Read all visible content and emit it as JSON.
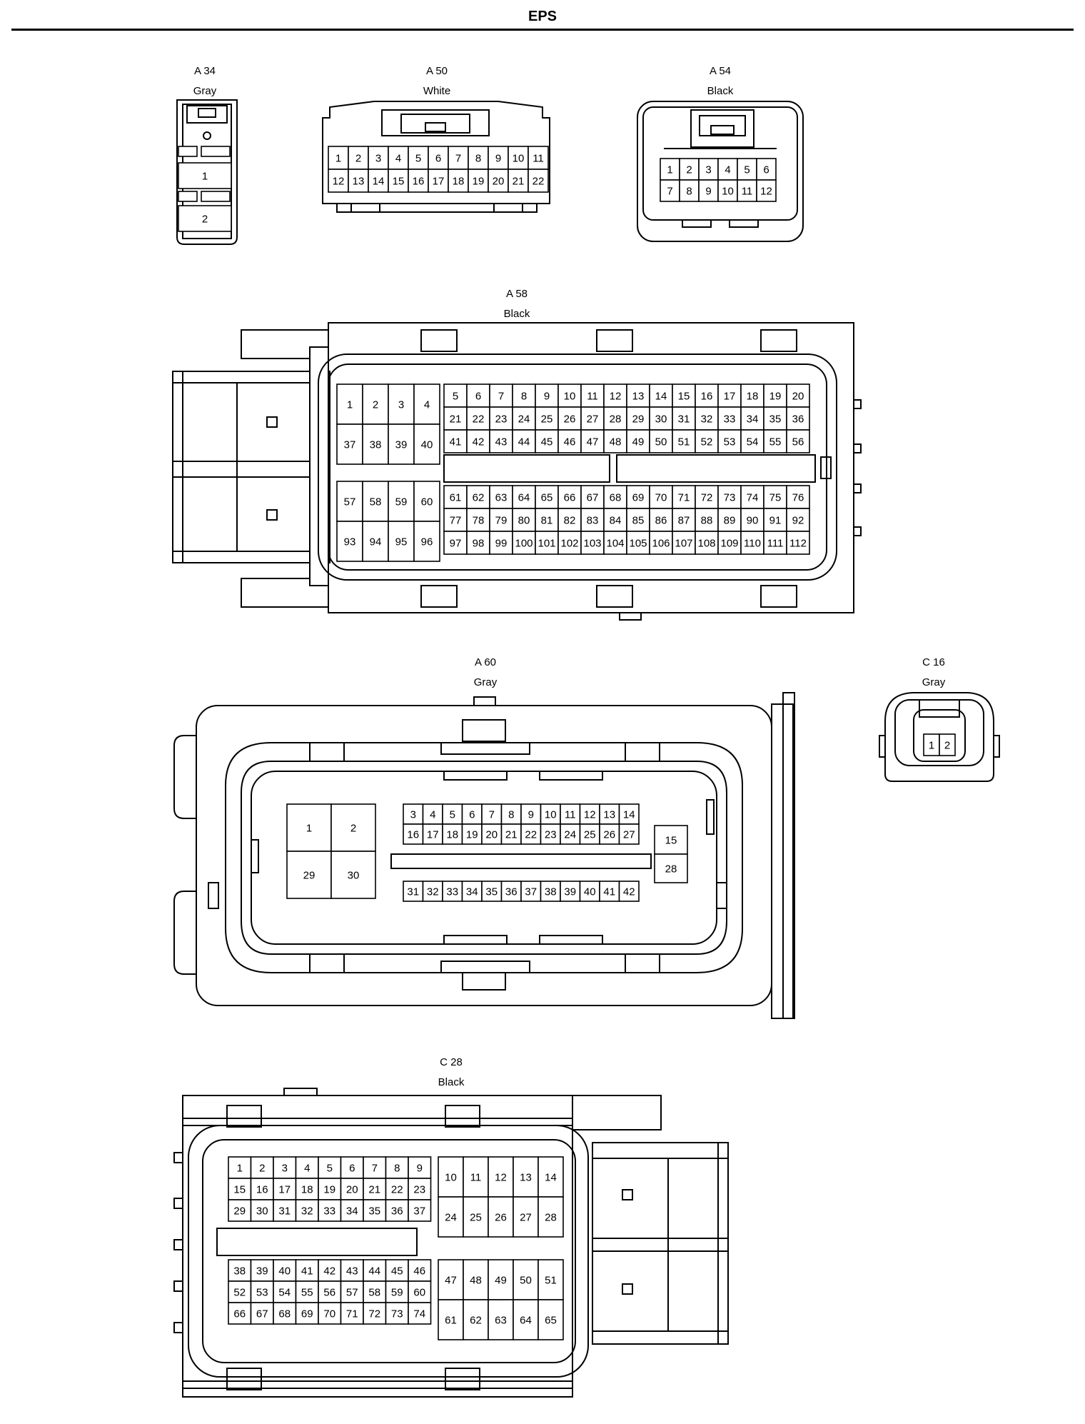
{
  "page": {
    "title": "EPS"
  },
  "connectors": {
    "A34": {
      "id": "A 34",
      "color": "Gray",
      "pins": [
        "1",
        "2"
      ]
    },
    "A50": {
      "id": "A 50",
      "color": "White",
      "pins": [
        "1",
        "2",
        "3",
        "4",
        "5",
        "6",
        "7",
        "8",
        "9",
        "10",
        "11",
        "12",
        "13",
        "14",
        "15",
        "16",
        "17",
        "18",
        "19",
        "20",
        "21",
        "22"
      ]
    },
    "A54": {
      "id": "A 54",
      "color": "Black",
      "pins": [
        "1",
        "2",
        "3",
        "4",
        "5",
        "6",
        "7",
        "8",
        "9",
        "10",
        "11",
        "12"
      ]
    },
    "A58": {
      "id": "A 58",
      "color": "Black",
      "pins": [
        "1",
        "2",
        "3",
        "4",
        "5",
        "6",
        "7",
        "8",
        "9",
        "10",
        "11",
        "12",
        "13",
        "14",
        "15",
        "16",
        "17",
        "18",
        "19",
        "20",
        "21",
        "22",
        "23",
        "24",
        "25",
        "26",
        "27",
        "28",
        "29",
        "30",
        "31",
        "32",
        "33",
        "34",
        "35",
        "36",
        "37",
        "38",
        "39",
        "40",
        "41",
        "42",
        "43",
        "44",
        "45",
        "46",
        "47",
        "48",
        "49",
        "50",
        "51",
        "52",
        "53",
        "54",
        "55",
        "56",
        "57",
        "58",
        "59",
        "60",
        "61",
        "62",
        "63",
        "64",
        "65",
        "66",
        "67",
        "68",
        "69",
        "70",
        "71",
        "72",
        "73",
        "74",
        "75",
        "76",
        "77",
        "78",
        "79",
        "80",
        "81",
        "82",
        "83",
        "84",
        "85",
        "86",
        "87",
        "88",
        "89",
        "90",
        "91",
        "92",
        "93",
        "94",
        "95",
        "96",
        "97",
        "98",
        "99",
        "100",
        "101",
        "102",
        "103",
        "104",
        "105",
        "106",
        "107",
        "108",
        "109",
        "110",
        "111",
        "112"
      ]
    },
    "A60": {
      "id": "A 60",
      "color": "Gray",
      "pins": [
        "1",
        "2",
        "3",
        "4",
        "5",
        "6",
        "7",
        "8",
        "9",
        "10",
        "11",
        "12",
        "13",
        "14",
        "15",
        "16",
        "17",
        "18",
        "19",
        "20",
        "21",
        "22",
        "23",
        "24",
        "25",
        "26",
        "27",
        "28",
        "29",
        "30",
        "31",
        "32",
        "33",
        "34",
        "35",
        "36",
        "37",
        "38",
        "39",
        "40",
        "41",
        "42"
      ]
    },
    "C16": {
      "id": "C 16",
      "color": "Gray",
      "pins": [
        "1",
        "2"
      ]
    },
    "C28": {
      "id": "C 28",
      "color": "Black",
      "pins": [
        "1",
        "2",
        "3",
        "4",
        "5",
        "6",
        "7",
        "8",
        "9",
        "10",
        "11",
        "12",
        "13",
        "14",
        "15",
        "16",
        "17",
        "18",
        "19",
        "20",
        "21",
        "22",
        "23",
        "24",
        "25",
        "26",
        "27",
        "28",
        "29",
        "30",
        "31",
        "32",
        "33",
        "34",
        "35",
        "36",
        "37",
        "38",
        "39",
        "40",
        "41",
        "42",
        "43",
        "44",
        "45",
        "46",
        "47",
        "48",
        "49",
        "50",
        "51",
        "52",
        "53",
        "54",
        "55",
        "56",
        "57",
        "58",
        "59",
        "60",
        "61",
        "62",
        "63",
        "64",
        "65",
        "66",
        "67",
        "68",
        "69",
        "70",
        "71",
        "72",
        "73",
        "74"
      ]
    }
  }
}
